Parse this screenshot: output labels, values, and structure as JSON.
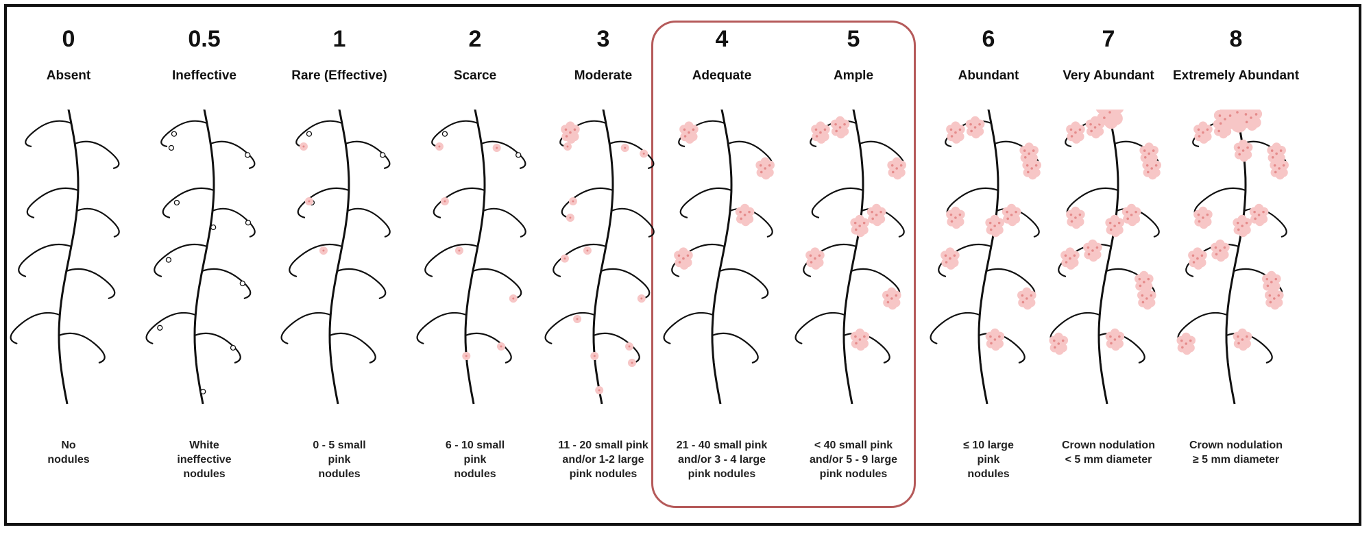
{
  "columns": [
    {
      "score": "0",
      "label": "Absent",
      "desc": [
        "No",
        "nodules"
      ],
      "small": 0,
      "white": 0,
      "large": 0,
      "crown": 0
    },
    {
      "score": "0.5",
      "label": "Ineffective",
      "desc": [
        "White",
        "ineffective",
        "nodules"
      ],
      "small": 0,
      "white": 11,
      "large": 0,
      "crown": 0
    },
    {
      "score": "1",
      "label": "Rare (Effective)",
      "desc": [
        "0 - 5 small",
        "pink",
        "nodules"
      ],
      "small": 3,
      "white": 3,
      "large": 0,
      "crown": 0
    },
    {
      "score": "2",
      "label": "Scarce",
      "desc": [
        "6 - 10 small",
        "pink",
        "nodules"
      ],
      "small": 7,
      "white": 2,
      "large": 0,
      "crown": 0
    },
    {
      "score": "3",
      "label": "Moderate",
      "desc": [
        "11 - 20 small pink",
        "and/or 1-2 large",
        "pink  nodules"
      ],
      "small": 13,
      "white": 0,
      "large": 1,
      "crown": 0
    },
    {
      "score": "4",
      "label": "Adequate",
      "desc": [
        "21 - 40 small pink",
        "and/or 3 - 4 large",
        "pink nodules"
      ],
      "small": 0,
      "white": 0,
      "large": 4,
      "crown": 0
    },
    {
      "score": "5",
      "label": "Ample",
      "desc": [
        "< 40 small pink",
        "and/or 5 - 9 large",
        "pink nodules"
      ],
      "small": 0,
      "white": 0,
      "large": 8,
      "crown": 0
    },
    {
      "score": "6",
      "label": "Abundant",
      "desc": [
        "≤ 10 large",
        "pink",
        "nodules"
      ],
      "small": 0,
      "white": 0,
      "large": 10,
      "crown": 0
    },
    {
      "score": "7",
      "label": "Very Abundant",
      "desc": [
        "Crown nodulation",
        "< 5 mm diameter"
      ],
      "small": 0,
      "white": 0,
      "large": 13,
      "crown": 1
    },
    {
      "score": "8",
      "label": "Extremely Abundant",
      "desc": [
        "Crown nodulation",
        "≥ 5 mm diameter"
      ],
      "small": 0,
      "white": 0,
      "large": 14,
      "crown": 2
    }
  ],
  "colors": {
    "nodule_pink": "#f7c6c6",
    "nodule_dot": "#e58b8b",
    "root": "#111111",
    "highlight": "#b55a5a"
  }
}
